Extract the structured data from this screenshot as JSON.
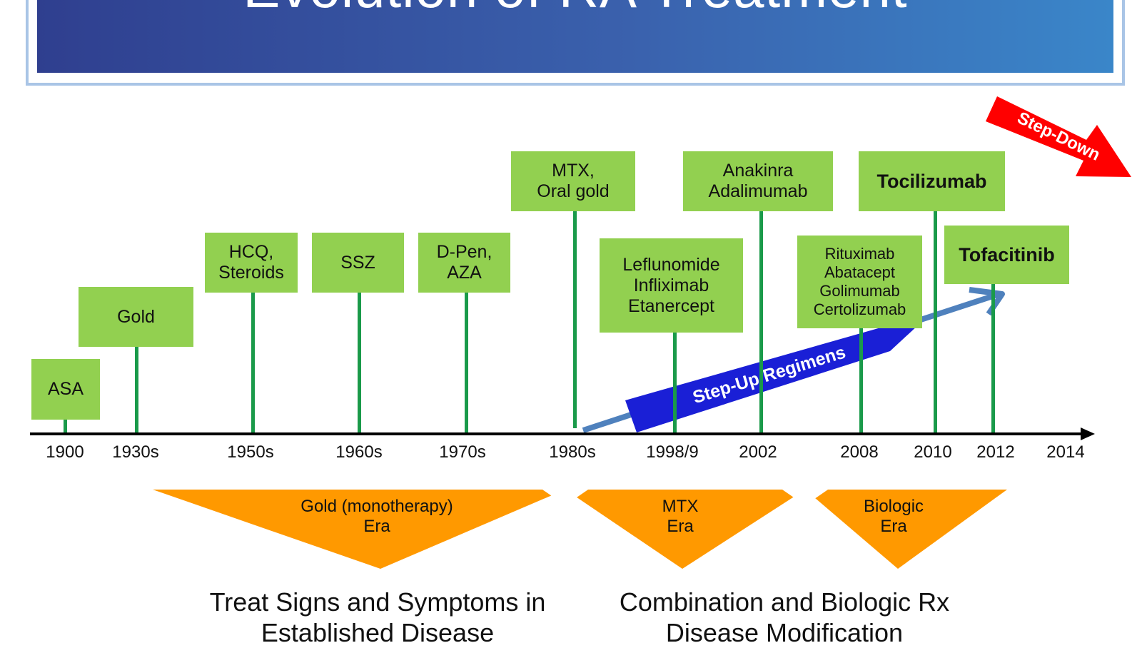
{
  "title": "Evolution of RA Treatment",
  "drugs": [
    {
      "id": "asa",
      "text": "ASA"
    },
    {
      "id": "gold",
      "text": "Gold"
    },
    {
      "id": "hcq",
      "text": "HCQ,\nSteroids"
    },
    {
      "id": "ssz",
      "text": "SSZ"
    },
    {
      "id": "dpen",
      "text": "D-Pen,\nAZA"
    },
    {
      "id": "mtx",
      "text": "MTX,\nOral gold"
    },
    {
      "id": "lef",
      "text": "Leflunomide\nInfliximab\nEtanercept"
    },
    {
      "id": "anak",
      "text": "Anakinra\nAdalimumab"
    },
    {
      "id": "ritux",
      "text": "Rituximab\nAbatacept\nGolimumab\nCertolizumab"
    },
    {
      "id": "toci",
      "text": "Tocilizumab"
    },
    {
      "id": "tofa",
      "text": "Tofacitinib"
    }
  ],
  "timeline": [
    "1900",
    "1930s",
    "1950s",
    "1960s",
    "1970s",
    "1980s",
    "1998/9",
    "2002",
    "2008",
    "2010",
    "2012",
    "2014"
  ],
  "eras": [
    {
      "id": "gold-era",
      "text": "Gold (monotherapy)\nEra"
    },
    {
      "id": "mtx-era",
      "text": "MTX\nEra"
    },
    {
      "id": "biologic-era",
      "text": "Biologic\nEra"
    }
  ],
  "step_up": "Step-Up Regimens",
  "step_down": "Step-Down",
  "captions": [
    {
      "id": "signs",
      "text": "Treat Signs and Symptoms in\nEstablished Disease"
    },
    {
      "id": "combination",
      "text": "Combination and Biologic Rx\nDisease Modification"
    }
  ],
  "colors": {
    "box": "#92d050",
    "stem": "#1a9a4a",
    "era": "#ff9900",
    "step_up": "#1a1fd6",
    "step_up_line": "#4f81bd",
    "step_down": "#ff0000",
    "title_bg": "#3a61ad"
  }
}
